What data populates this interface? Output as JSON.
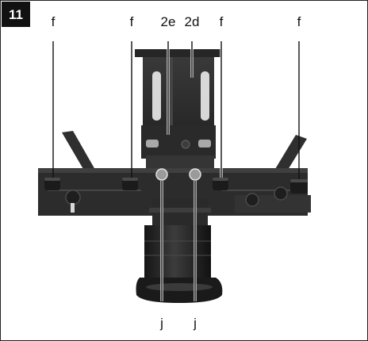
{
  "figure": {
    "number": "11",
    "labels": {
      "f1": "f",
      "f2": "f",
      "e2": "2e",
      "d2": "2d",
      "f3": "f",
      "f4": "f",
      "j1": "j",
      "j2": "j"
    }
  },
  "colors": {
    "badge": "#111111",
    "frame": "#222222",
    "part_dark": "#2a2a2a",
    "part_mid": "#3a3a3a",
    "part_light": "#555555"
  }
}
